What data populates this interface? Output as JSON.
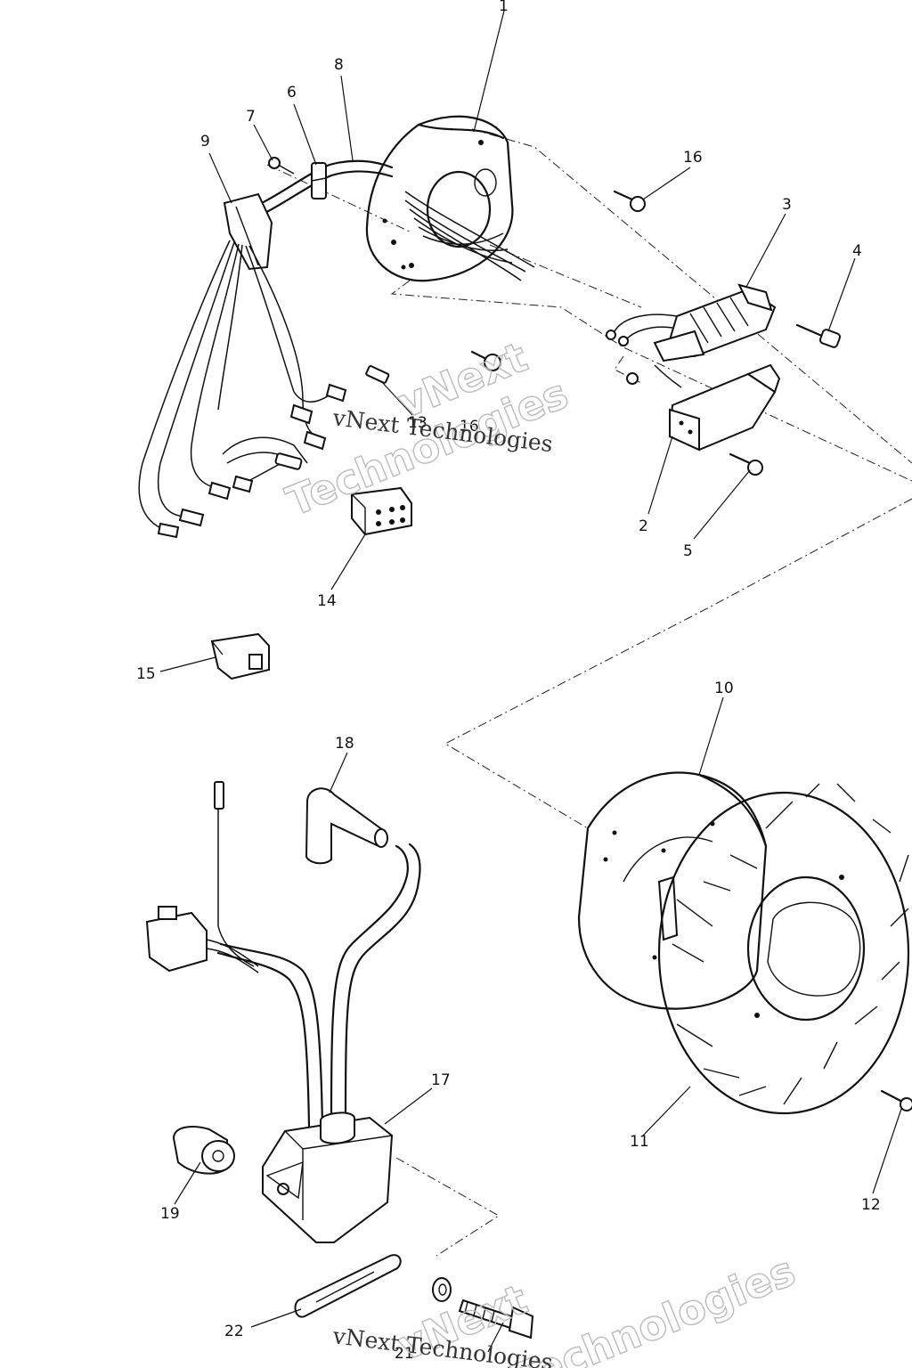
{
  "diagram": {
    "callouts": {
      "c1": "1",
      "c2": "2",
      "c3": "3",
      "c4": "4",
      "c5": "5",
      "c6": "6",
      "c7": "7",
      "c8": "8",
      "c9": "9",
      "c10": "10",
      "c11": "11",
      "c12": "12",
      "c13": "13",
      "c14": "14",
      "c15": "15",
      "c16a": "16",
      "c16b": "16",
      "c17": "17",
      "c18": "18",
      "c19": "19",
      "c21": "21",
      "c22": "22"
    }
  },
  "watermark": {
    "line1": "vNext",
    "line2": "Technologies",
    "caption": "vNext Technologies"
  }
}
